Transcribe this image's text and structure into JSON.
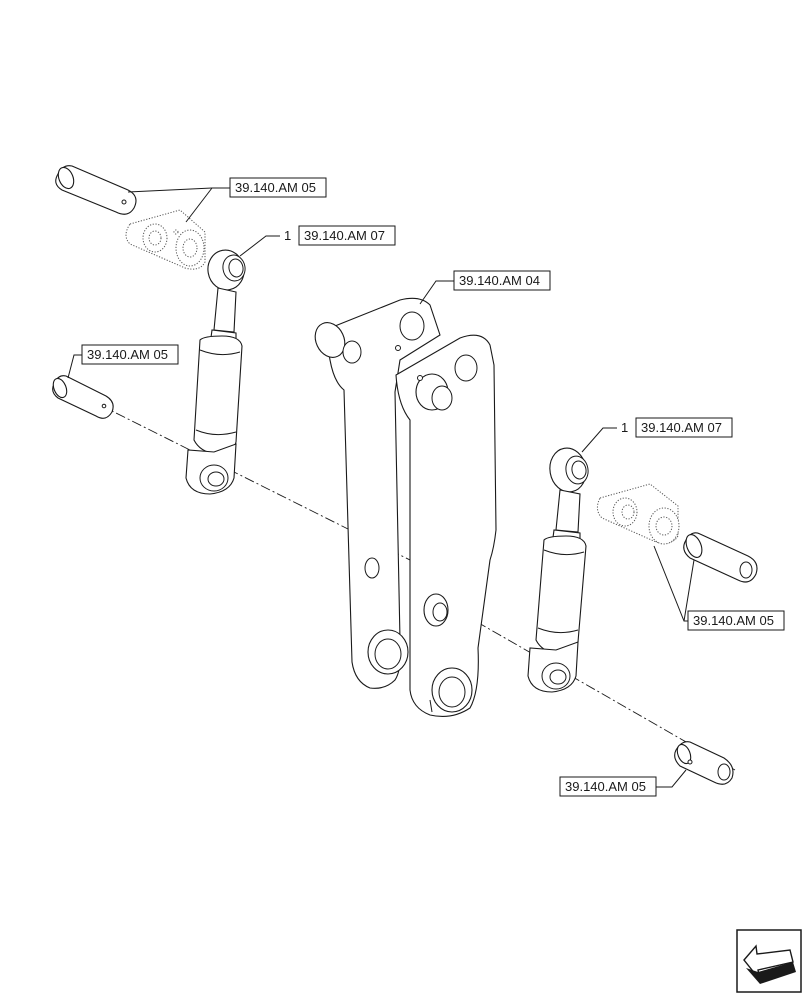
{
  "callouts": {
    "c1": {
      "ref": "39.140.AM 05"
    },
    "c2": {
      "item": "1",
      "ref": "39.140.AM 07"
    },
    "c3": {
      "ref": "39.140.AM 04"
    },
    "c4": {
      "ref": "39.140.AM 05"
    },
    "c5": {
      "item": "1",
      "ref": "39.140.AM 07"
    },
    "c6": {
      "ref": "39.140.AM 05"
    },
    "c7": {
      "ref": "39.140.AM 05"
    }
  },
  "nav_icon": {
    "name": "next-page-arrow-icon"
  }
}
